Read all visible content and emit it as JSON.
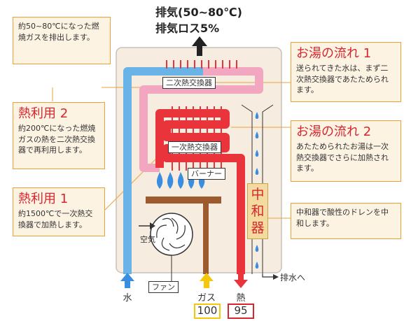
{
  "exhaust": {
    "line1": "排気(50~80℃)",
    "line2": "排気ロス5%"
  },
  "notes": {
    "top_left": "約50~80℃になった燃焼ガスを排出します。",
    "heat2": {
      "title": "熱利用 2",
      "text": "約200℃になった燃焼ガスの熱を二次熱交換器で再利用します。"
    },
    "heat1": {
      "title": "熱利用 1",
      "text": "約1500℃で一次熱交換器で加熱します。"
    },
    "flow1": {
      "title": "お湯の流れ 1",
      "text": "送られてきた水は、まず二次熱交換器であたためられます。"
    },
    "flow2": {
      "title": "お湯の流れ 2",
      "text": "あたためられたお湯は一次熱交換器でさらに加熱されます。"
    },
    "neutralizer": "中和器で酸性のドレンを中和します。"
  },
  "labels": {
    "secondary_exchanger": "二次熱交換器",
    "primary_exchanger": "一次熱交換器",
    "burner": "バーナー",
    "air": "空気",
    "fan": "ファン",
    "neutralizer": "中和器",
    "drain": "排水へ"
  },
  "flows": {
    "water": "水",
    "gas": "ガス",
    "heat": "熱",
    "gas_value": "100",
    "heat_value": "95"
  },
  "colors": {
    "water": "#6ab3e6",
    "hot": "#e8343a",
    "warm": "#f3a6c0",
    "gas": "#f5c70a",
    "heat": "#d7262e",
    "flame": "#3a8ee0",
    "burner": "#9c5a2e",
    "note_border": "#e9a23a"
  }
}
